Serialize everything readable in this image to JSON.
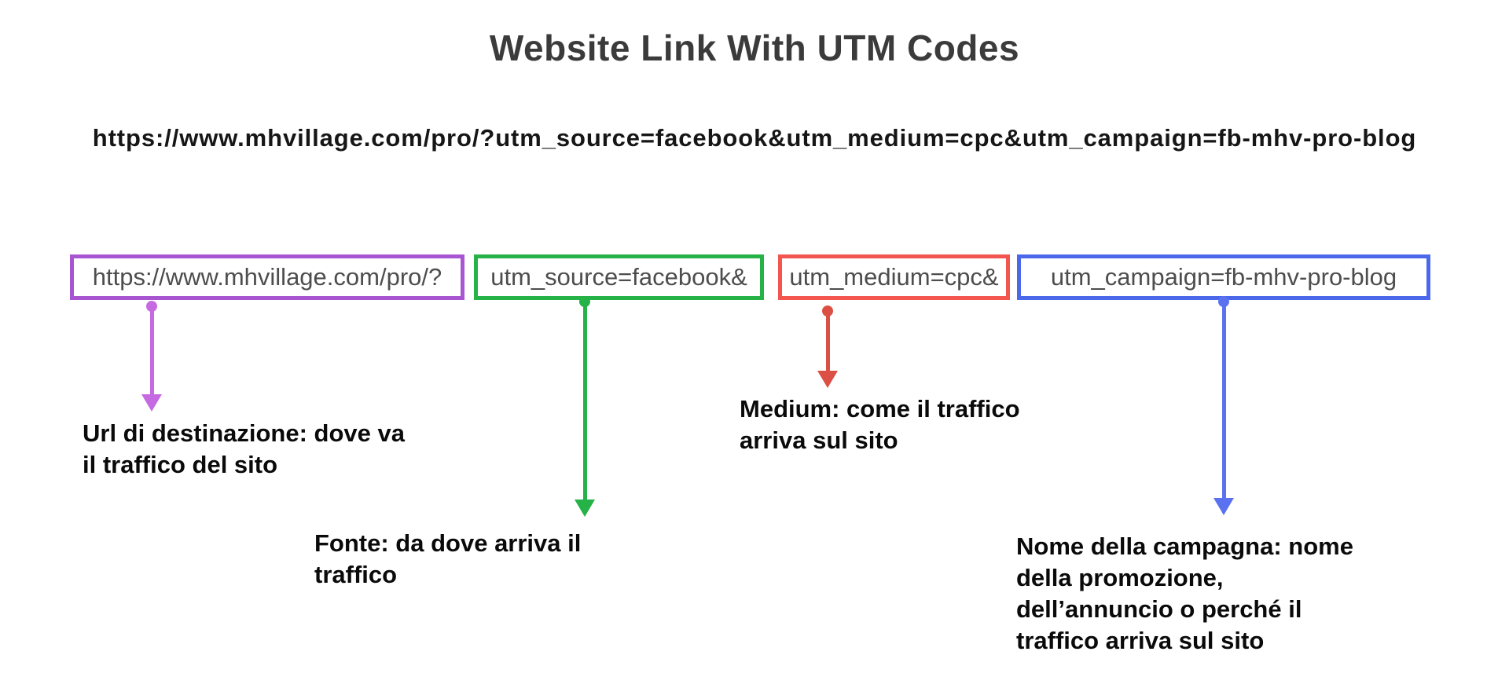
{
  "title": "Website Link With UTM Codes",
  "full_url": "https://www.mhvillage.com/pro/?utm_source=facebook&utm_medium=cpc&utm_campaign=fb-mhv-pro-blog",
  "segments": [
    {
      "id": "destination-url",
      "text": "https://www.mhvillage.com/pro/?",
      "box_color": "#a855d2",
      "arrow_color": "#c66ae2",
      "label": "Url di destinazione: dove va\nil traffico del sito"
    },
    {
      "id": "utm-source",
      "text": "utm_source=facebook&",
      "box_color": "#25b246",
      "arrow_color": "#25b246",
      "label": "Fonte: da dove arriva il\ntraffico"
    },
    {
      "id": "utm-medium",
      "text": "utm_medium=cpc&",
      "box_color": "#f2564e",
      "arrow_color": "#db4f44",
      "label": "Medium: come il traffico\narriva sul sito"
    },
    {
      "id": "utm-campaign",
      "text": "utm_campaign=fb-mhv-pro-blog",
      "box_color": "#4c68ea",
      "arrow_color": "#5b72f0",
      "label": "Nome della campagna: nome\ndella promozione,\ndell’annuncio o perché il\ntraffico arriva sul sito"
    }
  ],
  "colors": {
    "title_text": "#3b3b3b",
    "url_text": "#161616",
    "segment_text": "#4d4d4d",
    "label_text": "#0a0a0a",
    "background": "#ffffff"
  }
}
